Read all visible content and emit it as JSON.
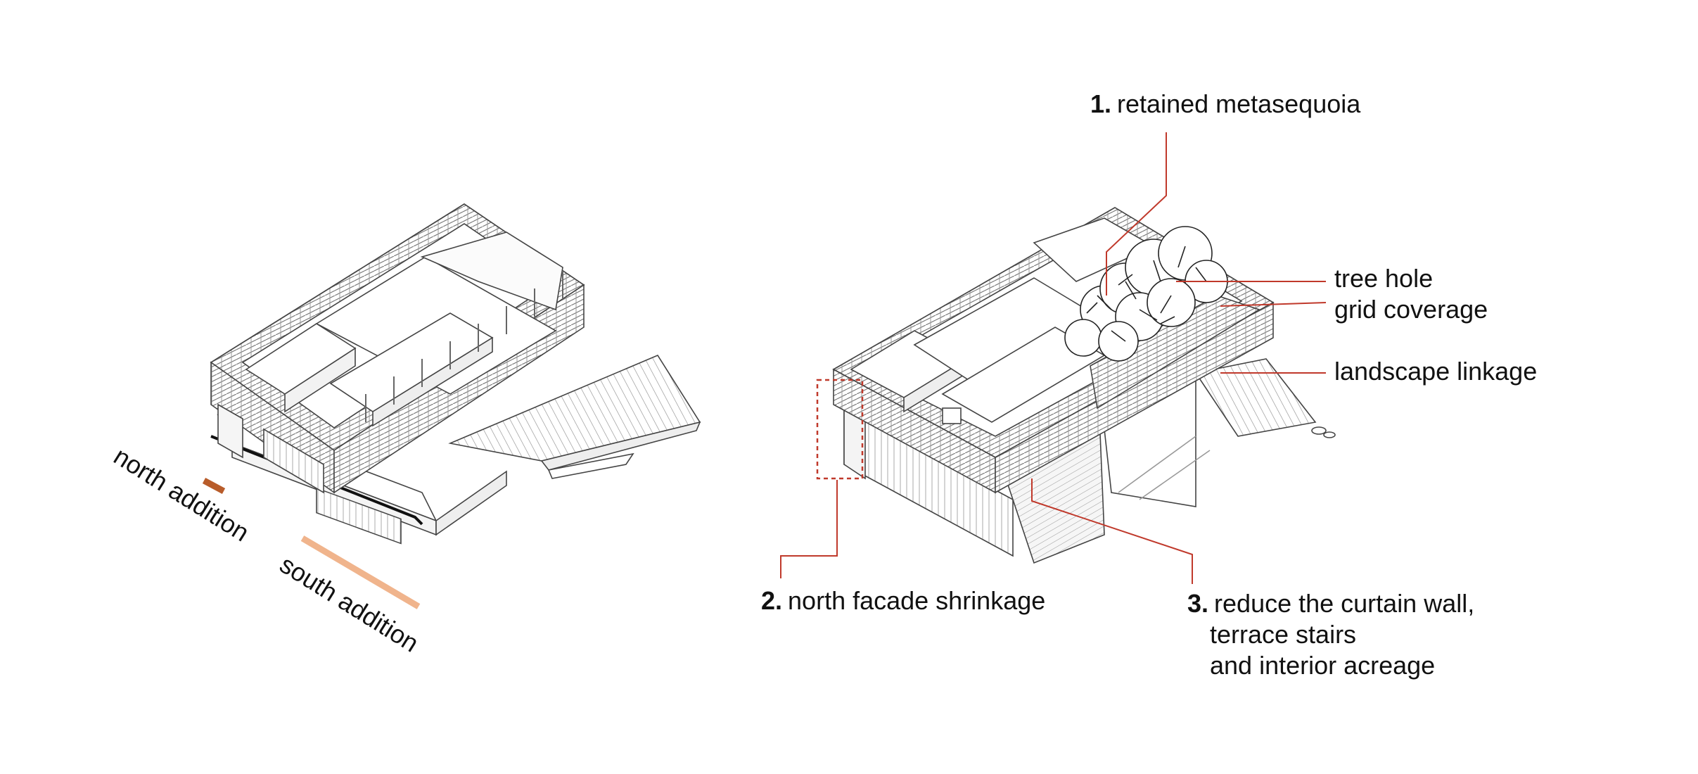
{
  "left_diagram": {
    "north_label": "north addition",
    "south_label": "south addition",
    "north_color": "#b85c2a",
    "south_color": "#f0b48c"
  },
  "right_diagram": {
    "leader_color": "#c0392b",
    "callout_1": {
      "number": "1.",
      "text": "retained metasequoia"
    },
    "callout_2": {
      "number": "2.",
      "text": "north facade shrinkage"
    },
    "callout_3": {
      "number": "3.",
      "line1": "reduce the curtain wall,",
      "line2": "terrace stairs",
      "line3": "and interior acreage"
    },
    "tree_hole": "tree hole",
    "grid_coverage": "grid coverage",
    "landscape_linkage": "landscape linkage"
  }
}
